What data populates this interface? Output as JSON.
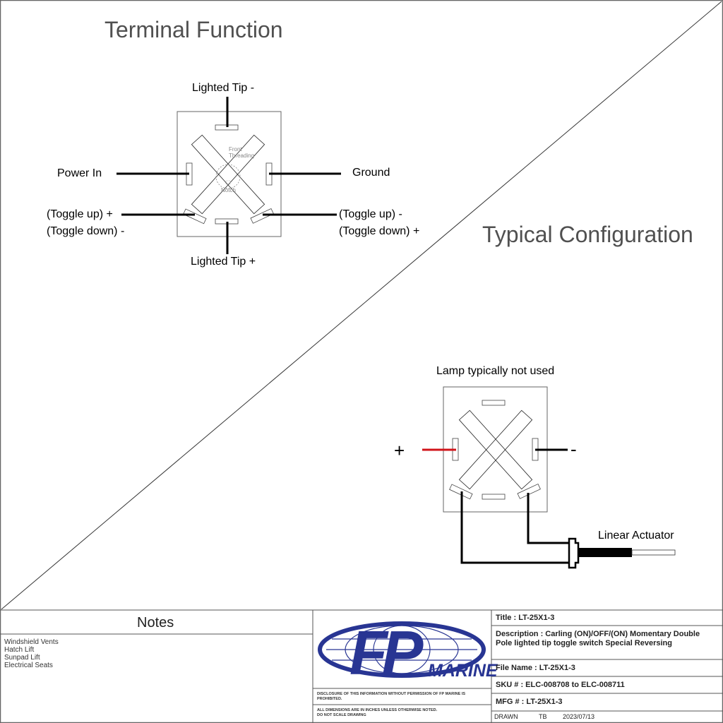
{
  "sections": {
    "terminal_function_title": "Terminal Function",
    "typical_configuration_title": "Typical Configuration"
  },
  "terminal_function": {
    "labels": {
      "lighted_tip_minus": "Lighted Tip -",
      "lighted_tip_plus": "Lighted Tip +",
      "power_in": "Power In",
      "ground": "Ground",
      "left_bottom_line1": "(Toggle up) +",
      "left_bottom_line2": "(Toggle down) -",
      "right_bottom_line1": "(Toggle up) -",
      "right_bottom_line2": "(Toggle down) +"
    },
    "annotations": {
      "front_line1": "Front",
      "front_line2": "Threading",
      "notch": "Notch"
    }
  },
  "typical_configuration": {
    "lamp_note": "Lamp typically not used",
    "plus_symbol": "+",
    "minus_symbol": "-",
    "actuator_label": "Linear Actuator",
    "wire_colors": {
      "positive": "#d0141a",
      "negative": "#000000"
    }
  },
  "notes": {
    "heading": "Notes",
    "items": [
      "Windshield Vents",
      "Hatch Lift",
      "Sunpad Lift",
      "Electrical Seats"
    ]
  },
  "logo": {
    "letters": "FP",
    "word": "MARINE",
    "brand_color": "#283593"
  },
  "disclaimers": {
    "disclosure": "DISCLOSURE OF THIS INFORMATION WITHOUT PERMISSION OF FP MARINE IS PROHIBITED.",
    "dimensions_line1": "ALL DIMENSIONS ARE IN INCHES UNLESS OTHERWISE NOTED.",
    "dimensions_line2": "DO NOT SCALE DRAWING"
  },
  "title_block": {
    "title": "Title : LT-25X1-3",
    "description_line1": "Description : Carling (ON)/OFF/(ON) Momentary Double",
    "description_line2": "Pole lighted tip toggle switch Special Reversing",
    "file_name": "File Name :  LT-25X1-3",
    "sku": "SKU # : ELC-008708 to ELC-008711",
    "mfg": "MFG # :  LT-25X1-3",
    "drawn_label": "DRAWN",
    "drawn_by": "TB",
    "drawn_date": "2023/07/13"
  }
}
